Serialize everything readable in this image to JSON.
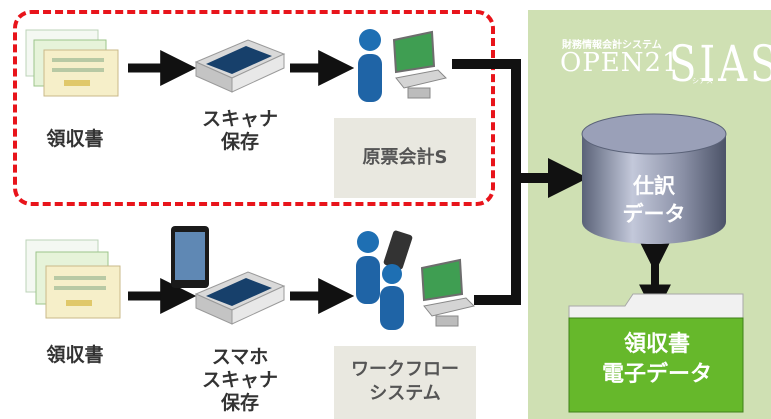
{
  "top_row": {
    "receipts_label": "領収書",
    "scanner_label": "スキャナ\n保存",
    "system_label": "原票会計S"
  },
  "bottom_row": {
    "receipts_label": "領収書",
    "scanner_label": "スマホ\nスキャナ\n保存",
    "system_label": "ワークフロー\nシステム"
  },
  "product": {
    "subtitle": "財務情報会計システム",
    "brand": "OPEN21",
    "name": "SIAS",
    "kana": "シアス"
  },
  "database_label": "仕訳\nデータ",
  "folder_label": "領収書\n電子データ",
  "colors": {
    "dashed_border": "#e8141b",
    "panel": "#cfe0b3",
    "folder": "#66b82b",
    "arrow": "#111111"
  }
}
